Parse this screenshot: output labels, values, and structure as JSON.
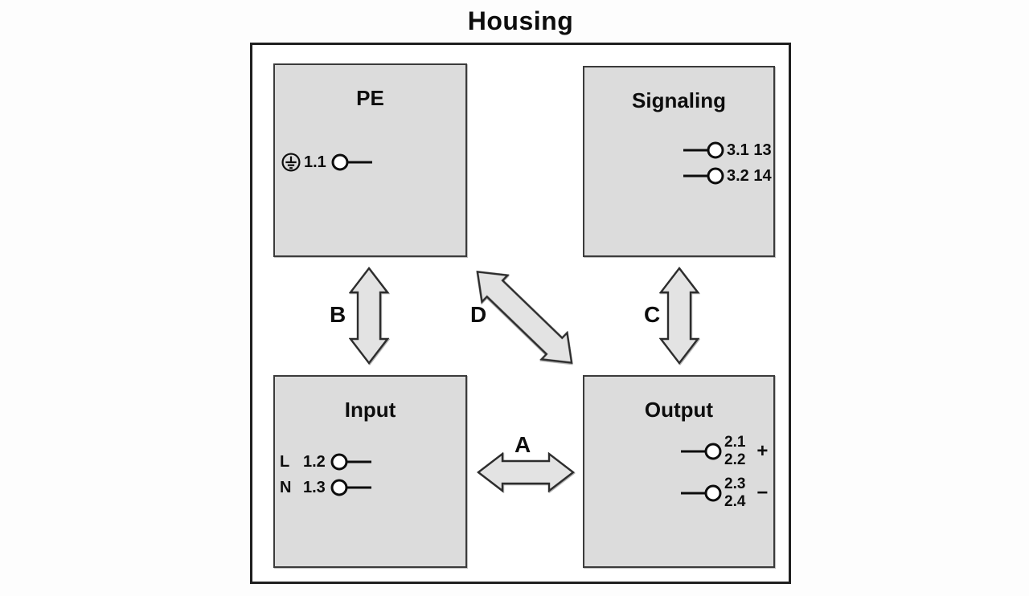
{
  "title": "Housing",
  "boxes": {
    "pe": {
      "title": "PE",
      "terminal": {
        "icon": "protective-earth-icon",
        "label": "1.1"
      }
    },
    "signaling": {
      "title": "Signaling",
      "terminals": [
        {
          "label": "3.1 13"
        },
        {
          "label": "3.2 14"
        }
      ]
    },
    "input": {
      "title": "Input",
      "terminals": [
        {
          "prefix": "L",
          "label": "1.2"
        },
        {
          "prefix": "N",
          "label": "1.3"
        }
      ]
    },
    "output": {
      "title": "Output",
      "terminals": [
        {
          "labels": [
            "2.1",
            "2.2"
          ],
          "sign": "+"
        },
        {
          "labels": [
            "2.3",
            "2.4"
          ],
          "sign": "−"
        }
      ]
    }
  },
  "arrows": {
    "a": "A",
    "b": "B",
    "c": "C",
    "d": "D"
  },
  "colors": {
    "background": "#fdfdfd",
    "housing_fill": "#ffffff",
    "housing_border": "#1f1f1f",
    "box_fill": "#dcdcdc",
    "box_border": "#3b3b3b",
    "arrow_fill": "#e3e3e3",
    "arrow_stroke": "#2d2d2d",
    "text": "#0d0d0d"
  }
}
